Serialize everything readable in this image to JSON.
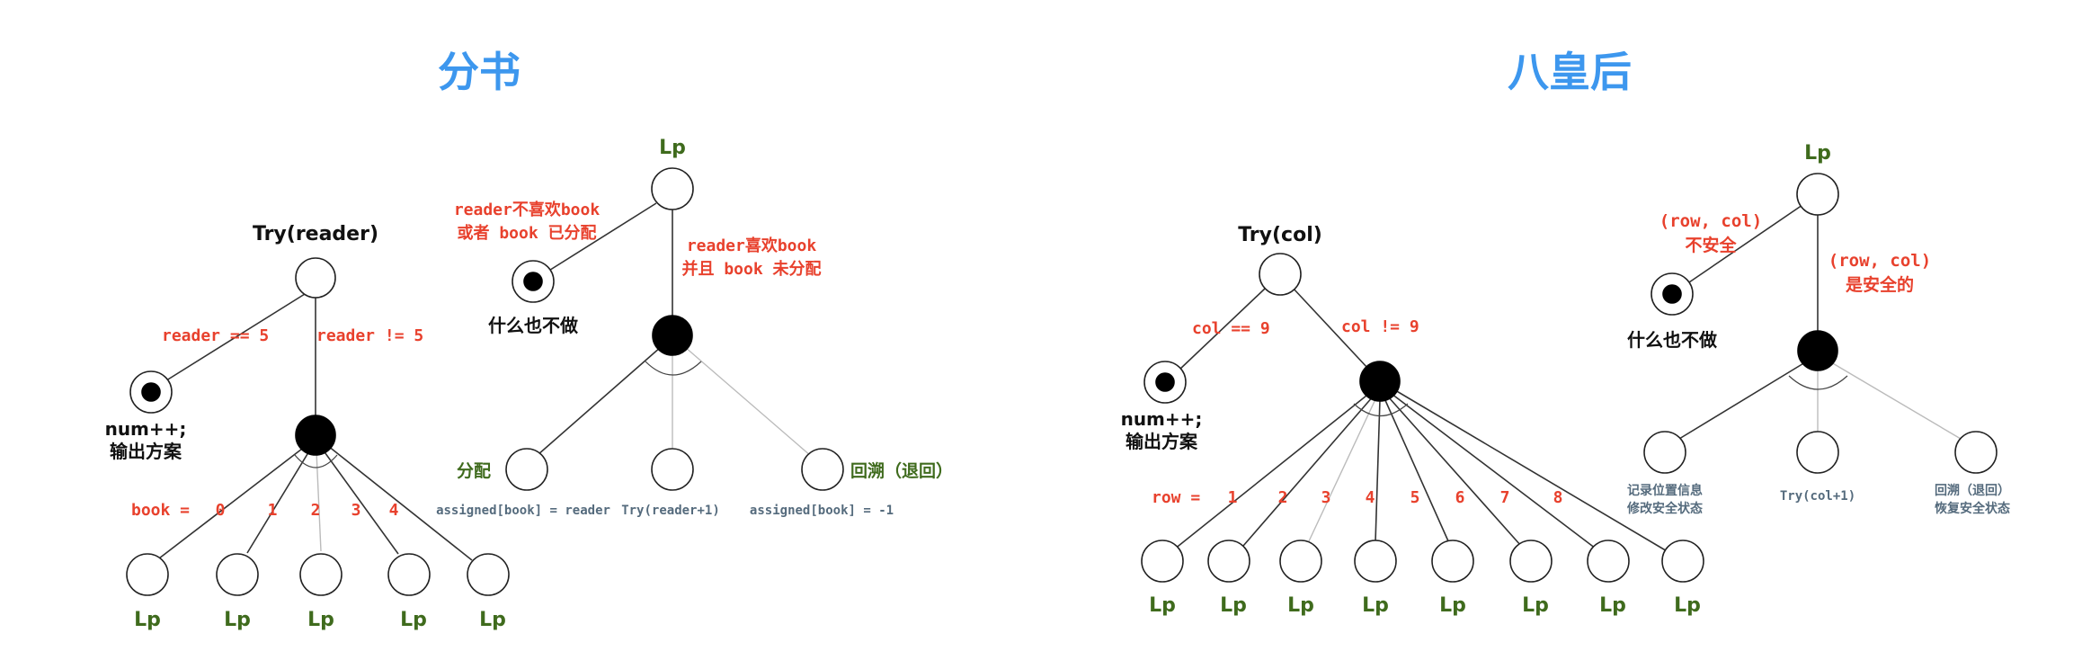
{
  "left": {
    "title": "分书",
    "tree1": {
      "root_label": "Try(reader)",
      "cond_left": "reader == 5",
      "cond_right": "reader != 5",
      "leaf_text_1": "num++;",
      "leaf_text_2": "输出方案",
      "book_prefix": "book =",
      "book_values": [
        "0",
        "1",
        "2",
        "3",
        "4"
      ],
      "children_labels": [
        "Lp",
        "Lp",
        "Lp",
        "Lp",
        "Lp"
      ]
    },
    "tree2": {
      "root_label": "Lp",
      "cond_left_1": "reader不喜欢book",
      "cond_left_2": "或者 book 已分配",
      "cond_right_1": "reader喜欢book",
      "cond_right_2": "并且 book 未分配",
      "noop_label": "什么也不做",
      "assign_label": "分配",
      "backtrack_label": "回溯（退回）",
      "code_1": "assigned[book] = reader",
      "code_2": "Try(reader+1)",
      "code_3": "assigned[book] = -1"
    }
  },
  "right": {
    "title": "八皇后",
    "tree1": {
      "root_label": "Try(col)",
      "cond_left": "col == 9",
      "cond_right": "col != 9",
      "leaf_text_1": "num++;",
      "leaf_text_2": "输出方案",
      "row_prefix": "row =",
      "row_values": [
        "1",
        "2",
        "3",
        "4",
        "5",
        "6",
        "7",
        "8"
      ],
      "children_labels": [
        "Lp",
        "Lp",
        "Lp",
        "Lp",
        "Lp",
        "Lp",
        "Lp",
        "Lp"
      ]
    },
    "tree2": {
      "root_label": "Lp",
      "cond_left_1": "(row, col)",
      "cond_left_2": "不安全",
      "cond_right_1": "(row, col)",
      "cond_right_2": "是安全的",
      "noop_label": "什么也不做",
      "child1_line1": "记录位置信息",
      "child1_line2": "修改安全状态",
      "child2_label": "Try(col+1)",
      "child3_line1": "回溯（退回）",
      "child3_line2": "恢复安全状态"
    }
  }
}
